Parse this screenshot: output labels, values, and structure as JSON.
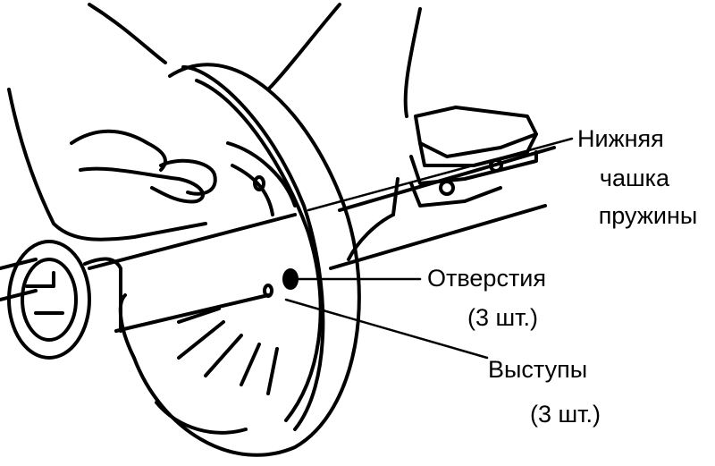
{
  "labels": {
    "spring_seat_line1": "Нижняя",
    "spring_seat_line2": "чашка",
    "spring_seat_line3": "пружины",
    "holes_line1": "Отверстия",
    "holes_line2": "(3 шт.)",
    "protrusions_line1": "Выступы",
    "protrusions_line2": "(3 шт.)"
  },
  "colors": {
    "ink": "#000000",
    "paper": "#ffffff"
  }
}
